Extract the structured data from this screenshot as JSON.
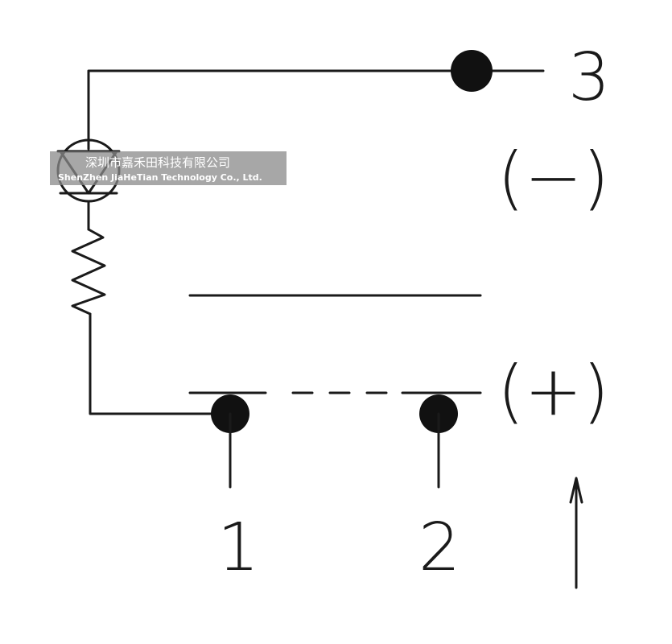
{
  "terminals": [
    {
      "id": "1",
      "label": "1"
    },
    {
      "id": "2",
      "label": "2"
    },
    {
      "id": "3",
      "label": "3"
    }
  ],
  "polarity": {
    "negative": "(−)",
    "positive": "(+)"
  },
  "watermark": {
    "line1": "深圳市嘉禾田科技有限公司",
    "line2": "ShenZhen JiaHeTian Technology Co., Ltd."
  },
  "colors": {
    "ink": "#1a1a1a",
    "watermark_bg": "#8a8a8a",
    "watermark_text": "#ffffff"
  },
  "components": {
    "led": "led-symbol",
    "resistor": "resistor-symbol",
    "arrow": "up-arrow"
  }
}
